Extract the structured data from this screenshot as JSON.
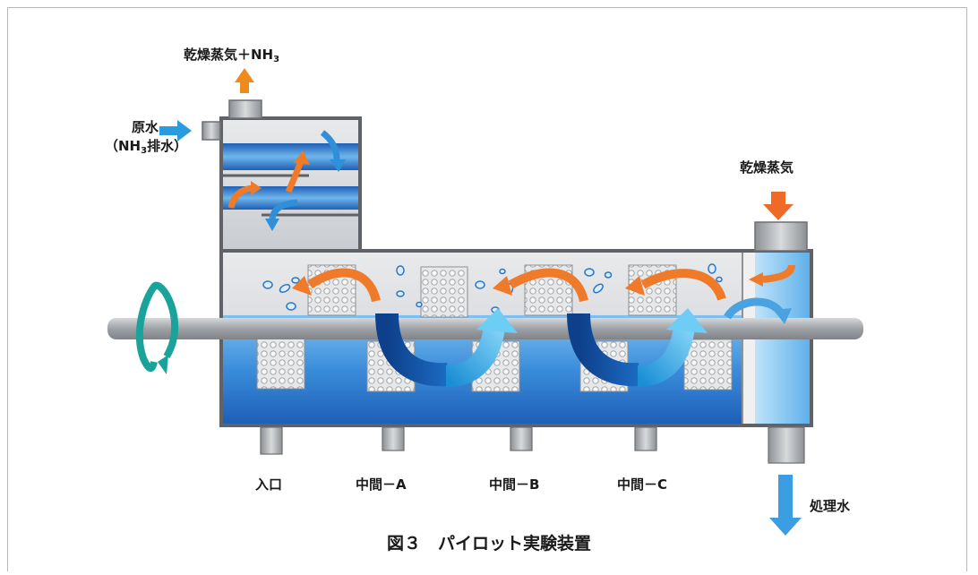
{
  "labels": {
    "top_outlet_prefix": "乾燥蒸気＋NH",
    "top_outlet_sub": "3",
    "raw_water_line1": "原水",
    "raw_water_line2_prefix": "（NH",
    "raw_water_line2_sub": "3",
    "raw_water_line2_suffix": "排水）",
    "dry_steam": "乾燥蒸気",
    "port_inlet": "入口",
    "port_mid_a": "中間－A",
    "port_mid_b": "中間－B",
    "port_mid_c": "中間－C",
    "treated_water": "処理水"
  },
  "caption": "図３　パイロット実験装置",
  "colors": {
    "water_blue": "#2f7fd0",
    "steam_orange": "#ee7a2a",
    "shaft_gray": "#a7aaad",
    "housing_gray": "#6b6e72",
    "rotation_teal": "#1aa39a",
    "outflow_blue": "#4aa3e0"
  }
}
